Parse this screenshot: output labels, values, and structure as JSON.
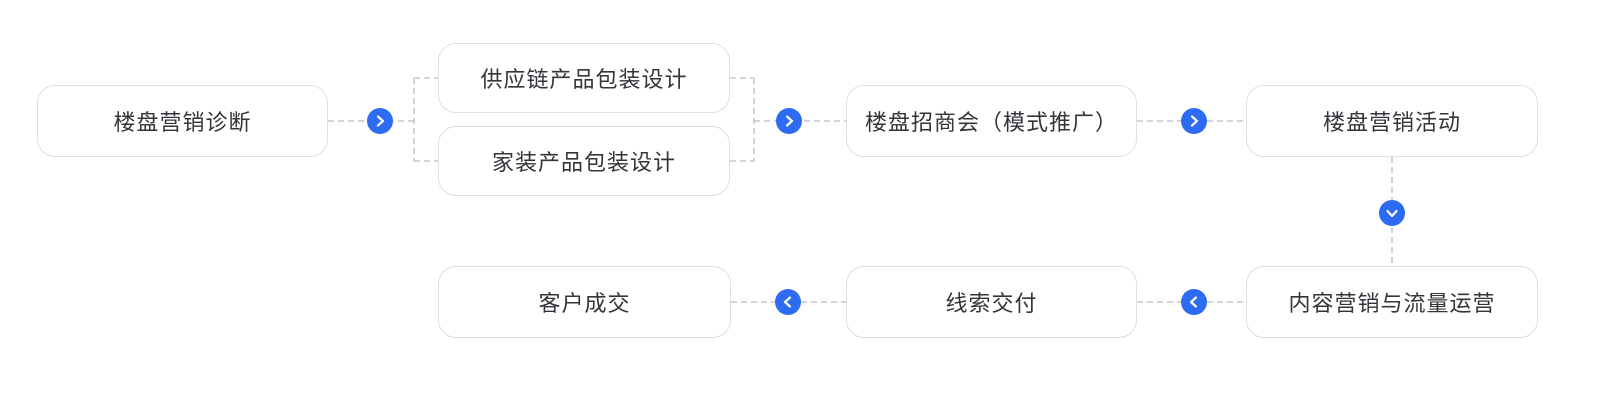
{
  "diagram": {
    "title": "marketing-flowchart",
    "nodes": {
      "diagnosis": {
        "label": "楼盘营销诊断"
      },
      "supply": {
        "label": "供应链产品包装设计"
      },
      "homedecor": {
        "label": "家装产品包装设计"
      },
      "conference": {
        "label": "楼盘招商会（模式推广）"
      },
      "activity": {
        "label": "楼盘营销活动"
      },
      "contentops": {
        "label": "内容营销与流量运营"
      },
      "leads": {
        "label": "线索交付"
      },
      "deal": {
        "label": "客户成交"
      }
    },
    "flow_order": [
      "楼盘营销诊断",
      "供应链产品包装设计 / 家装产品包装设计",
      "楼盘招商会（模式推广）",
      "楼盘营销活动",
      "内容营销与流量运营",
      "线索交付",
      "客户成交"
    ],
    "colors": {
      "accent": "#2d6bf2",
      "border": "#dcdfe4",
      "dash": "#c4c9d1",
      "text": "#33353a"
    }
  }
}
